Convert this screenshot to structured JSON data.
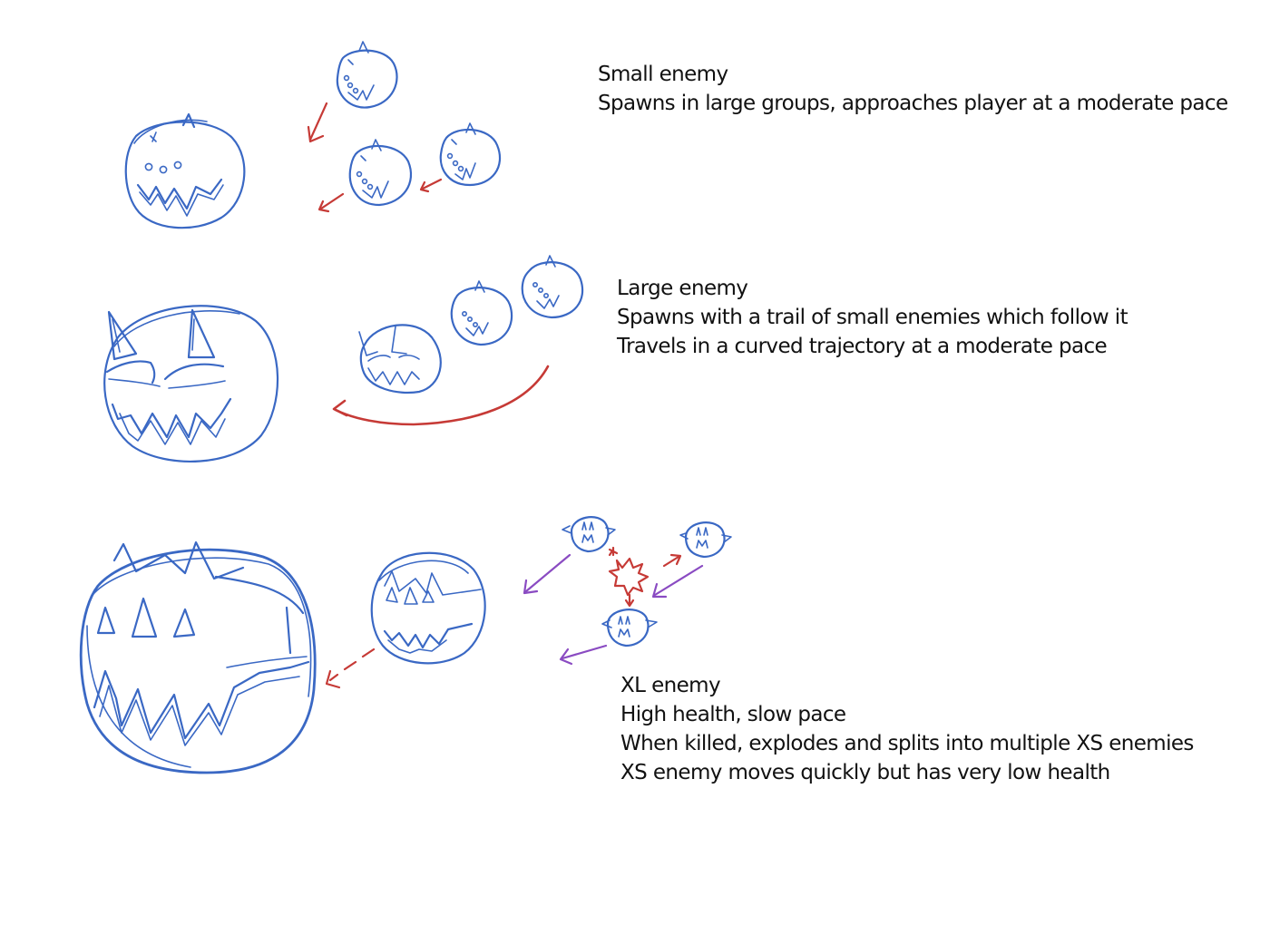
{
  "colors": {
    "sketch_blue": "#3a68c4",
    "arrow_red": "#c63a36",
    "arrow_purple": "#8a4bc2",
    "text": "#111111",
    "background": "#ffffff"
  },
  "sections": {
    "small": {
      "title": "Small enemy",
      "lines": [
        "Spawns in large groups, approaches player at a moderate pace"
      ]
    },
    "large": {
      "title": "Large enemy",
      "lines": [
        "Spawns with a trail of small enemies which follow it",
        "Travels in a curved trajectory at a moderate pace"
      ]
    },
    "xl": {
      "title": "XL enemy",
      "lines": [
        "High health, slow pace",
        "When killed, explodes and splits into multiple XS enemies",
        "XS enemy moves quickly but has very low health"
      ]
    }
  }
}
